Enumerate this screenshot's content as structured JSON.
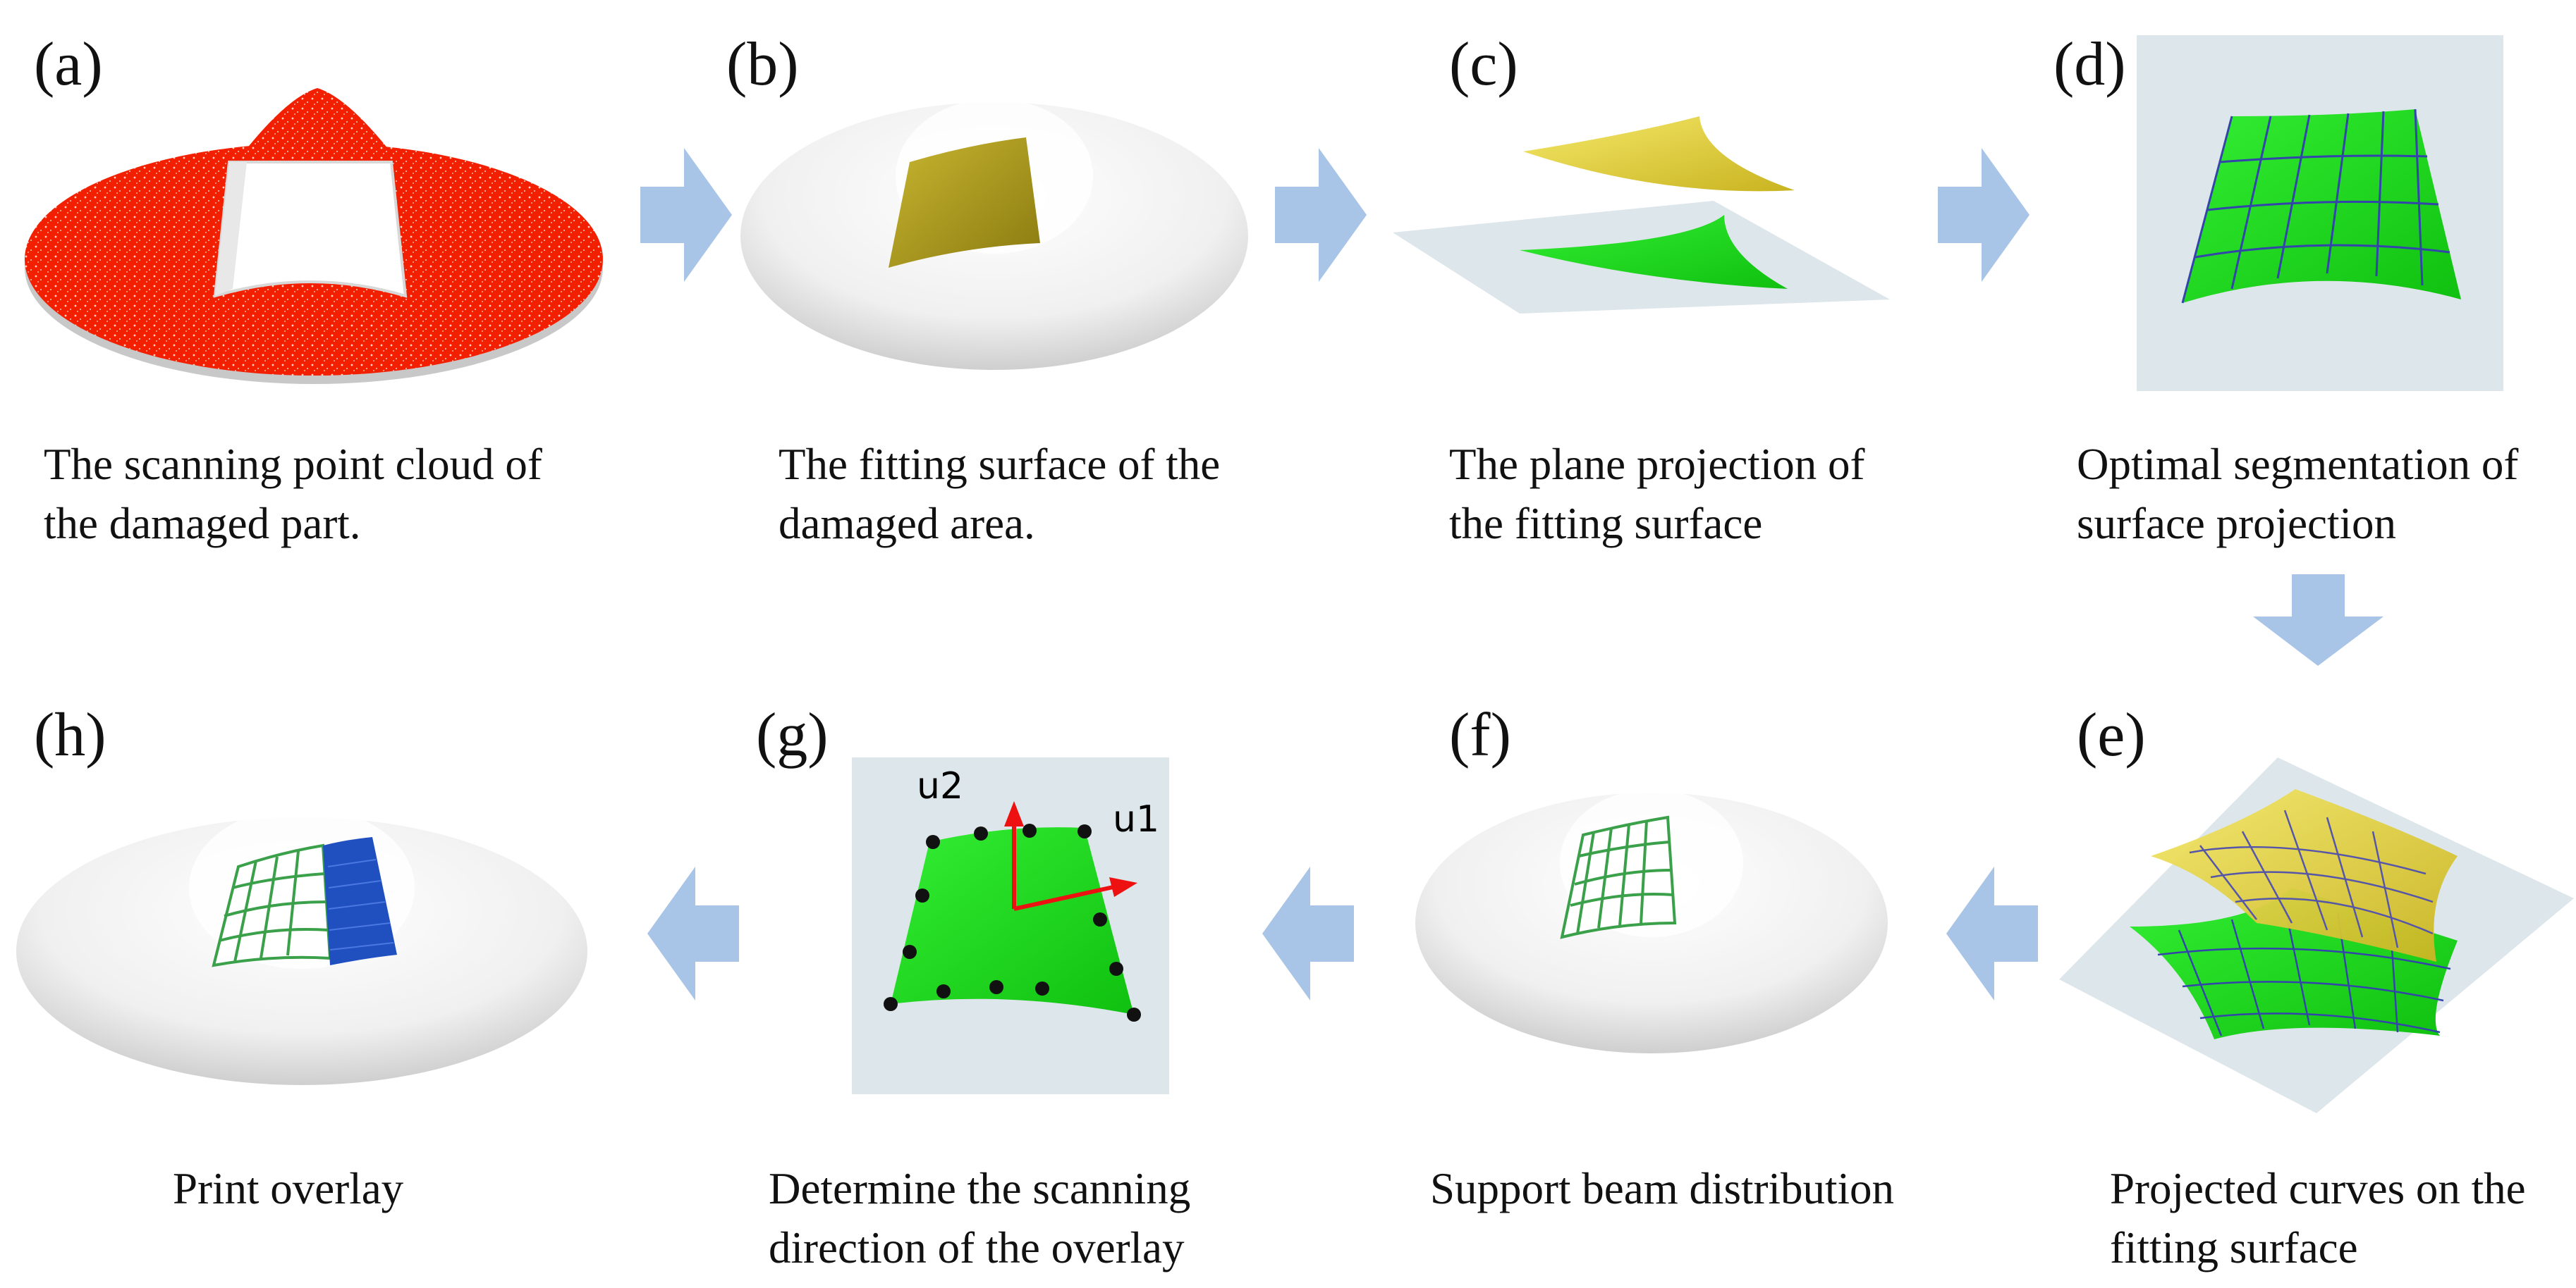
{
  "colors": {
    "arrow": "#a8c4e6",
    "point_cloud": "#ff1a00",
    "fitting_surface_yellow": "#e8d548",
    "projection_green": "#22dd22",
    "plane_gray": "#dde6ea",
    "grid_blue": "#3344aa",
    "overlay_blue": "#2050c0",
    "vector_red": "#ee1111"
  },
  "panels": [
    {
      "label": "(a)",
      "caption": [
        "The scanning point cloud of",
        "the damaged part."
      ]
    },
    {
      "label": "(b)",
      "caption": [
        "The fitting surface of the",
        "damaged area."
      ]
    },
    {
      "label": "(c)",
      "caption": [
        "The plane projection of",
        "the fitting surface"
      ]
    },
    {
      "label": "(d)",
      "caption": [
        "Optimal segmentation of",
        "surface projection"
      ]
    },
    {
      "label": "(e)",
      "caption": [
        "Projected curves on the",
        "fitting surface"
      ]
    },
    {
      "label": "(f)",
      "caption": [
        "Support beam distribution"
      ]
    },
    {
      "label": "(g)",
      "caption": [
        "Determine  the scanning",
        "direction of the overlay"
      ]
    },
    {
      "label": "(h)",
      "caption": [
        "Print overlay"
      ]
    }
  ],
  "direction_labels": {
    "u1": "u1",
    "u2": "u2"
  },
  "arrows": [
    {
      "from": "a",
      "to": "b",
      "direction": "right"
    },
    {
      "from": "b",
      "to": "c",
      "direction": "right"
    },
    {
      "from": "c",
      "to": "d",
      "direction": "right"
    },
    {
      "from": "d",
      "to": "e",
      "direction": "down"
    },
    {
      "from": "e",
      "to": "f",
      "direction": "left"
    },
    {
      "from": "f",
      "to": "g",
      "direction": "left"
    },
    {
      "from": "g",
      "to": "h",
      "direction": "left"
    }
  ]
}
